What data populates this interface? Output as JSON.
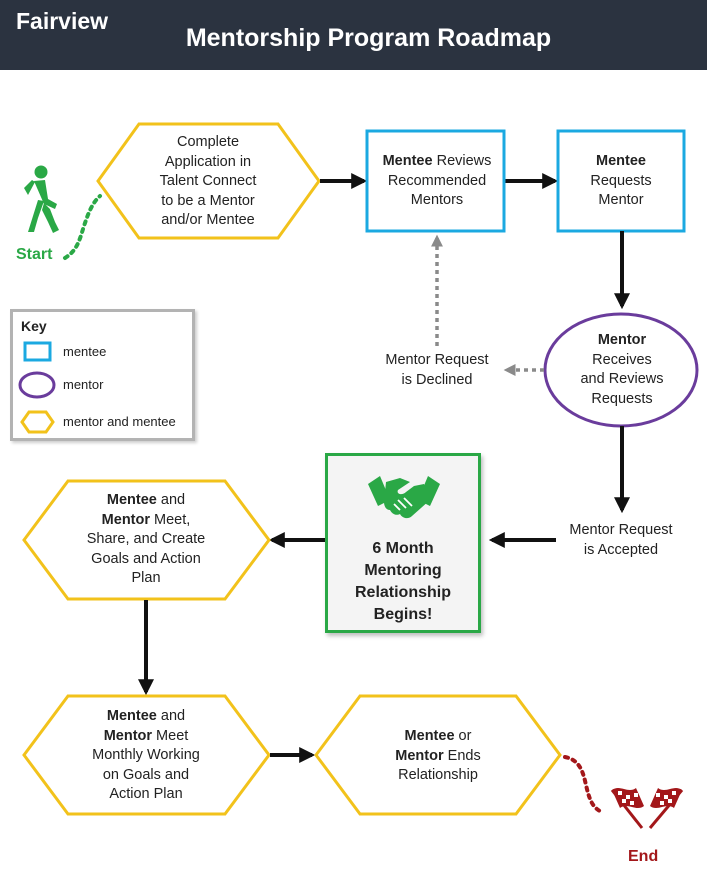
{
  "header": {
    "brand": "Fairview",
    "title": "Mentorship Program Roadmap"
  },
  "colors": {
    "header_bg": "#2b3340",
    "mentee": "#1ba9e1",
    "mentor": "#6a3c9c",
    "both": "#f2c21b",
    "start": "#2aa846",
    "end": "#a3171a",
    "center_border": "#2aa846"
  },
  "start_label": "Start",
  "end_label": "End",
  "steps": {
    "complete_application": [
      "Complete",
      "Application in",
      "Talent Connect",
      "to be a Mentor",
      "and/or Mentee"
    ],
    "reviews": {
      "bold": "Mentee",
      "rest1": " Reviews",
      "line2": "Recommended",
      "line3": "Mentors"
    },
    "requests": {
      "bold": "Mentee",
      "line2": "Requests",
      "line3": "Mentor"
    },
    "mentor_receives": {
      "bold": "Mentor",
      "line2": "Receives",
      "line3": "and Reviews",
      "line4": "Requests"
    },
    "declined": [
      "Mentor Request",
      "is Declined"
    ],
    "accepted": [
      "Mentor Request",
      "is Accepted"
    ],
    "relationship": [
      "6 Month",
      "Mentoring",
      "Relationship",
      "Begins!"
    ],
    "meet": {
      "b1": "Mentee",
      "r1": " and",
      "b2": "Mentor",
      "r2": " Meet,",
      "line3": "Share, and Create",
      "line4": "Goals and Action",
      "line5": "Plan"
    },
    "monthly": {
      "b1": "Mentee",
      "r1": " and",
      "b2": "Mentor",
      "r2": " Meet",
      "line3": "Monthly Working",
      "line4": "on Goals and",
      "line5": "Action Plan"
    },
    "ends": {
      "b1": "Mentee",
      "r1": " or",
      "b2": "Mentor",
      "r2": " Ends",
      "line3": "Relationship"
    }
  },
  "key": {
    "title": "Key",
    "items": [
      {
        "shape": "rectangle",
        "label": "mentee"
      },
      {
        "shape": "ellipse",
        "label": "mentor"
      },
      {
        "shape": "hexagon",
        "label": "mentor and mentee"
      }
    ]
  },
  "icons": {
    "start": "walking-person-icon",
    "center": "handshake-icon",
    "end": "checkered-flags-icon"
  }
}
